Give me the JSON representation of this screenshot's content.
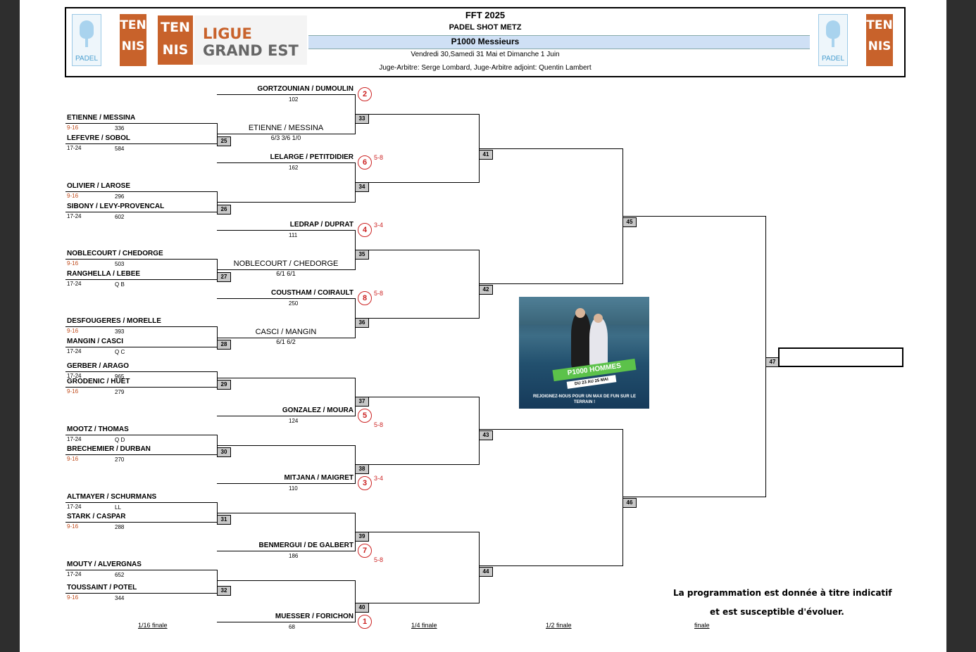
{
  "header": {
    "title": "FFT 2025",
    "event": "PADEL SHOT METZ",
    "category": "P1000 Messieurs",
    "dates": "Vendredi 30,Samedi 31 Mai et Dimanche 1 Juin",
    "officials": "Juge-Arbitre: Serge Lombard, Juge-Arbitre adjoint: Quentin Lambert",
    "logo_padel": "PADEL",
    "logo_tennis_top": "TEN",
    "logo_tennis_bottom": "NIS",
    "ligue_line1": "LIGUE",
    "ligue_line2": "GRAND EST"
  },
  "colors": {
    "seed_red": "#cc2222",
    "tennis_orange": "#c8622b",
    "category_orange": "#c04a1a",
    "match_box_gray": "#c8c8c8"
  },
  "round_labels": [
    "1/16 finale",
    "1/4 finale",
    "1/2 finale",
    "finale"
  ],
  "first_round": [
    {
      "team1": "ETIENNE / MESSINA",
      "cat1": "9-16",
      "rank1": "336",
      "team2": "LEFEVRE / SOBOL",
      "cat2": "17-24",
      "rank2": "584",
      "match": "25",
      "winner": "ETIENNE / MESSINA",
      "score": "6/3 3/6 1/0"
    },
    {
      "team1": "OLIVIER / LAROSE",
      "cat1": "9-16",
      "rank1": "296",
      "team2": "SIBONY / LEVY-PROVENCAL",
      "cat2": "17-24",
      "rank2": "602",
      "match": "26",
      "winner": "",
      "score": ""
    },
    {
      "team1": "NOBLECOURT / CHEDORGE",
      "cat1": "9-16",
      "rank1": "503",
      "team2": "RANGHELLA / LEBEE",
      "cat2": "17-24",
      "rank2": "Q B",
      "match": "27",
      "winner": "NOBLECOURT / CHEDORGE",
      "score": "6/1 6/1"
    },
    {
      "team1": "DESFOUGERES / MORELLE",
      "cat1": "9-16",
      "rank1": "393",
      "team2": "MANGIN / CASCI",
      "cat2": "17-24",
      "rank2": "Q C",
      "match": "28",
      "winner": "CASCI / MANGIN",
      "score": "6/1 6/2"
    },
    {
      "team1": "GERBER / ARAGO",
      "cat1": "17-24",
      "rank1": "965",
      "team2": "GRODENIC / HUET",
      "cat2": "9-16",
      "rank2": "279",
      "match": "29",
      "winner": "",
      "score": ""
    },
    {
      "team1": "MOOTZ / THOMAS",
      "cat1": "17-24",
      "rank1": "Q D",
      "team2": "BRECHEMIER / DURBAN",
      "cat2": "9-16",
      "rank2": "270",
      "match": "30",
      "winner": "",
      "score": ""
    },
    {
      "team1": "ALTMAYER / SCHURMANS",
      "cat1": "17-24",
      "rank1": "LL",
      "team2": "STARK / CASPAR",
      "cat2": "9-16",
      "rank2": "288",
      "match": "31",
      "winner": "",
      "score": ""
    },
    {
      "team1": "MOUTY / ALVERGNAS",
      "cat1": "17-24",
      "rank1": "652",
      "team2": "TOUSSAINT / POTEL",
      "cat2": "9-16",
      "rank2": "344",
      "match": "32",
      "winner": "",
      "score": ""
    }
  ],
  "seeds": [
    {
      "name": "GORTZOUNIAN / DUMOULIN",
      "rank": "102",
      "seed": "2",
      "range": ""
    },
    {
      "name": "LELARGE / PETITDIDIER",
      "rank": "162",
      "seed": "6",
      "range": "5-8"
    },
    {
      "name": "LEDRAP / DUPRAT",
      "rank": "111",
      "seed": "4",
      "range": "3-4"
    },
    {
      "name": "COUSTHAM / COIRAULT",
      "rank": "250",
      "seed": "8",
      "range": "5-8"
    },
    {
      "name": "GONZALEZ / MOURA",
      "rank": "124",
      "seed": "5",
      "range": "5-8"
    },
    {
      "name": "MITJANA / MAIGRET",
      "rank": "110",
      "seed": "3",
      "range": "3-4"
    },
    {
      "name": "BENMERGUI / DE GALBERT",
      "rank": "186",
      "seed": "7",
      "range": "5-8"
    },
    {
      "name": "MUESSER / FORICHON",
      "rank": "68",
      "seed": "1",
      "range": ""
    }
  ],
  "matches": {
    "r16": [
      "33",
      "34",
      "35",
      "36",
      "37",
      "38",
      "39",
      "40"
    ],
    "qf": [
      "41",
      "42",
      "43",
      "44"
    ],
    "sf": [
      "45",
      "46"
    ],
    "final": "47"
  },
  "promo": {
    "banner": "P1000 HOMMES",
    "dates": "DU 23 AU 25 MAI",
    "tagline": "REJOIGNEZ-NOUS POUR UN MAX DE FUN SUR LE TERRAIN !"
  },
  "note": {
    "line1": "La programmation est donnée à titre indicatif",
    "line2": "et est susceptible d'évoluer."
  }
}
